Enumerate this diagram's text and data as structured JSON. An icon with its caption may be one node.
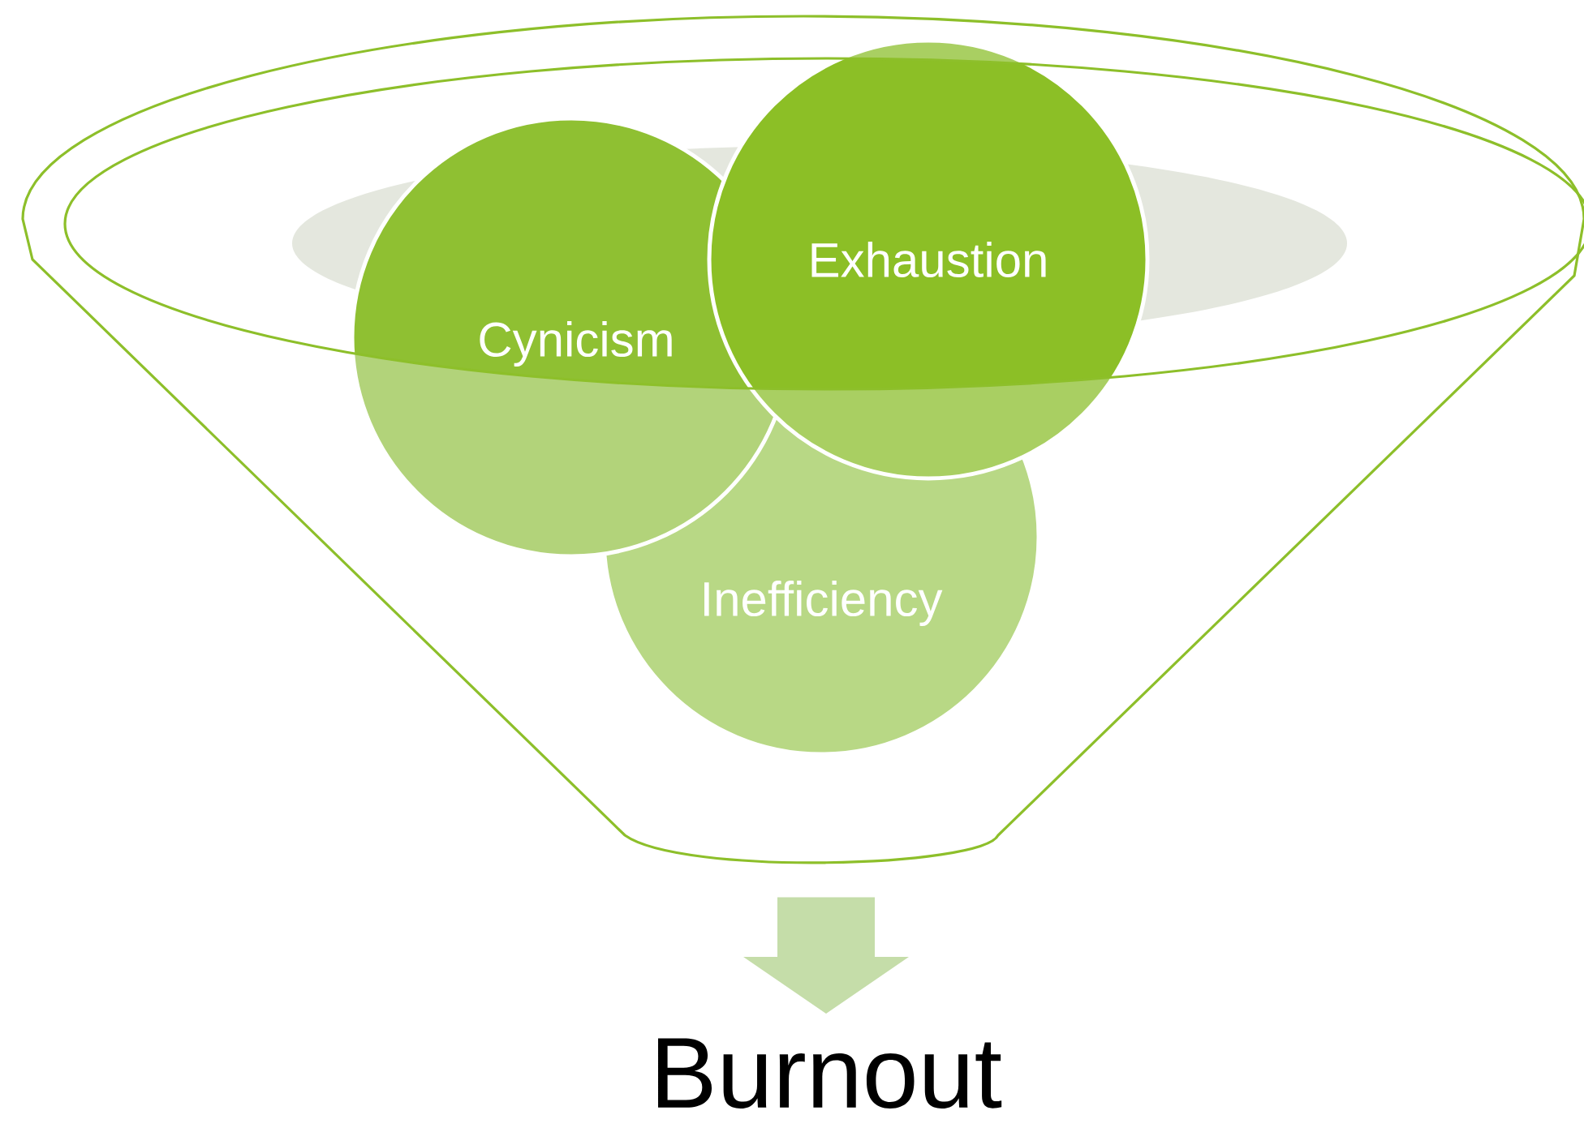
{
  "diagram": {
    "nodes": [
      {
        "text": [],
        "shape": "funnel"
      },
      {
        "text": [
          "Cynicism"
        ],
        "in": 0
      },
      {
        "text": [
          "Exhaustion"
        ],
        "in": 0
      },
      {
        "text": [
          "Inefficiency"
        ],
        "in": 0
      },
      {
        "text": [
          "Burnout"
        ]
      }
    ],
    "edges": [
      {
        "from": 0,
        "to": 4,
        "arrow": "to",
        "style": "thick",
        "color": "#c5dda9"
      }
    ]
  }
}
